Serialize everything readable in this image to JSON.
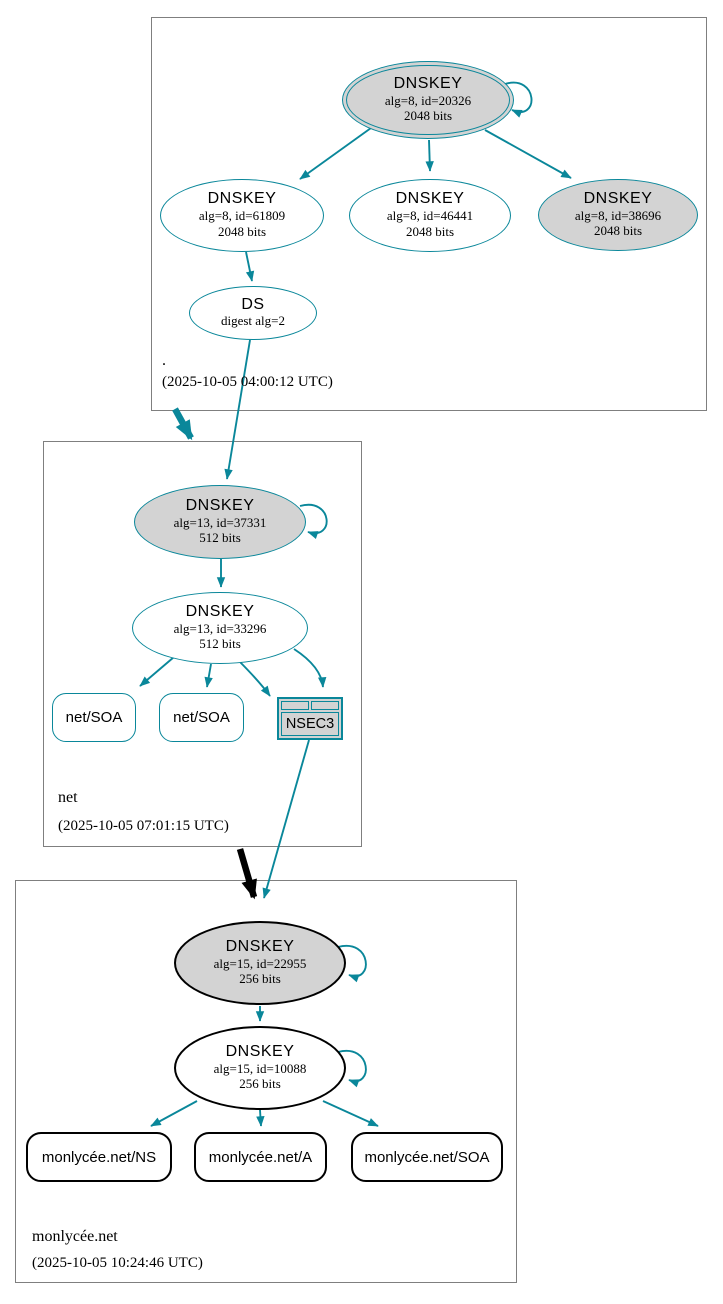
{
  "diagram_type": "DNSSEC authentication chain graph",
  "colors": {
    "secure_edge": "#0a879a",
    "insecure_edge": "#000000",
    "node_fill_gray": "#d3d3d3",
    "node_fill_white": "#ffffff",
    "zone_box_border": "#7f7f7f"
  },
  "zones": [
    {
      "label": ".",
      "timestamp": "(2025-10-05 04:00:12 UTC)",
      "nodes": {
        "ksk": {
          "title": "DNSKEY",
          "detail": "alg=8, id=20326",
          "bits": "2048 bits"
        },
        "zsk1": {
          "title": "DNSKEY",
          "detail": "alg=8, id=61809",
          "bits": "2048 bits"
        },
        "zsk2": {
          "title": "DNSKEY",
          "detail": "alg=8, id=46441",
          "bits": "2048 bits"
        },
        "zsk3": {
          "title": "DNSKEY",
          "detail": "alg=8, id=38696",
          "bits": "2048 bits"
        },
        "ds": {
          "title": "DS",
          "detail": "digest alg=2"
        }
      }
    },
    {
      "label": "net",
      "timestamp": "(2025-10-05 07:01:15 UTC)",
      "nodes": {
        "ksk": {
          "title": "DNSKEY",
          "detail": "alg=13, id=37331",
          "bits": "512 bits"
        },
        "zsk": {
          "title": "DNSKEY",
          "detail": "alg=13, id=33296",
          "bits": "512 bits"
        },
        "soa1": {
          "label": "net/SOA"
        },
        "soa2": {
          "label": "net/SOA"
        },
        "nsec3": {
          "label": "NSEC3"
        }
      }
    },
    {
      "label": "monlycée.net",
      "timestamp": "(2025-10-05 10:24:46 UTC)",
      "nodes": {
        "ksk": {
          "title": "DNSKEY",
          "detail": "alg=15, id=22955",
          "bits": "256 bits"
        },
        "zsk": {
          "title": "DNSKEY",
          "detail": "alg=15, id=10088",
          "bits": "256 bits"
        },
        "ns": {
          "label": "monlycée.net/NS"
        },
        "a": {
          "label": "monlycée.net/A"
        },
        "soa": {
          "label": "monlycée.net/SOA"
        }
      }
    }
  ]
}
